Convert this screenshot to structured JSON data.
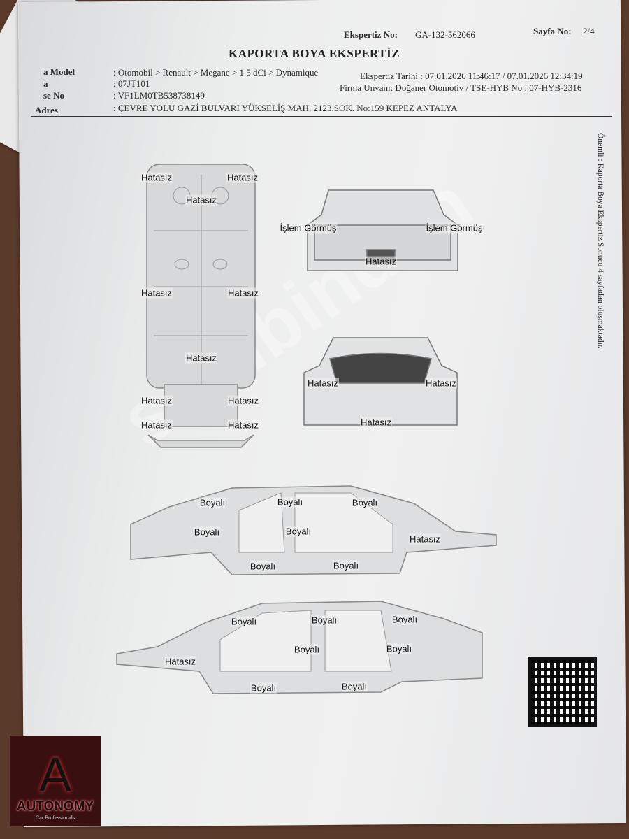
{
  "header": {
    "ekspertiz_no_label": "Ekspertiz No:",
    "ekspertiz_no": "GA-132-562066",
    "sayfa_label": "Sayfa No:",
    "sayfa": "2/4",
    "title": "KAPORTA BOYA EKSPERTİZ",
    "fields": [
      {
        "label": "a Model",
        "value": ": Otomobil > Renault > Megane > 1.5 dCi > Dynamique"
      },
      {
        "label": "a",
        "value": ": 07JT101"
      },
      {
        "label": "se No",
        "value": ": VF1LM0TB538738149"
      },
      {
        "label": "Adres",
        "value": ": ÇEVRE YOLU GAZİ BULVARI YÜKSELİŞ MAH. 2123.SOK. No:159 KEPEZ ANTALYA"
      }
    ],
    "tarih": "Ekspertiz Tarihi : 07.01.2026 11:46:17 / 07.01.2026 12:34:19",
    "firma": "Firma Unvanı: Doğaner Otomotiv  / TSE-HYB No : 07-HYB-2316"
  },
  "note": "Önemli : Kaporta Boya Ekspertiz Sonucu 4 sayfadan oluşmaktadır.",
  "watermark": "sahibinden",
  "logo": {
    "name": "AUTONOMY",
    "tagline": "Car Professionals"
  },
  "labels": {
    "top_view": [
      "Hatasız",
      "Hatasız",
      "Hatasız",
      "Hatasız",
      "Hatasız",
      "Hatasız",
      "Hatasız",
      "Hatasız",
      "Hatasız",
      "Hatasız"
    ],
    "rear_view": [
      "İşlem Görmüş",
      "İşlem Görmüş",
      "Hatasız"
    ],
    "front_view": [
      "Hatasız",
      "Hatasız",
      "Hatasız"
    ],
    "left_side": [
      "Boyalı",
      "Boyalı",
      "Boyalı",
      "Boyalı",
      "Boyalı",
      "Hatasız",
      "Boyalı",
      "Boyalı"
    ],
    "right_side": [
      "Boyalı",
      "Boyalı",
      "Boyalı",
      "Boyalı",
      "Boyalı",
      "Hatasız",
      "Boyalı",
      "Boyalı"
    ]
  }
}
